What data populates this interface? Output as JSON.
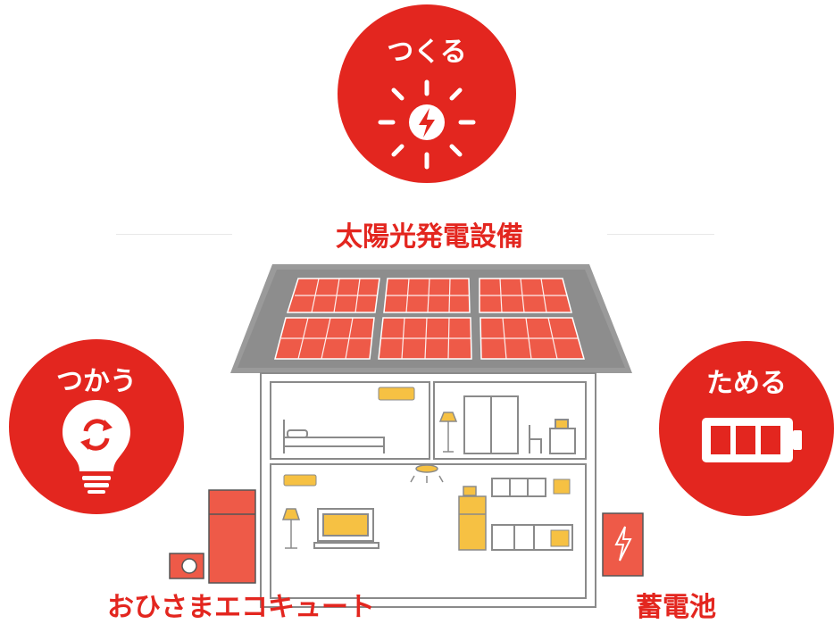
{
  "badges": {
    "make": {
      "title": "つくる",
      "icon": "sun-bolt-icon"
    },
    "use": {
      "title": "つかう",
      "icon": "bulb-recycle-icon"
    },
    "store": {
      "title": "ためる",
      "icon": "battery-icon"
    }
  },
  "labels": {
    "solar": "太陽光発電設備",
    "ecocute": "おひさまエコキュート",
    "battery": "蓄電池"
  },
  "colors": {
    "accent": "#e3261f",
    "panel": "#ee5a48",
    "appliance": "#f6c143",
    "outline": "#8a8a8a"
  }
}
